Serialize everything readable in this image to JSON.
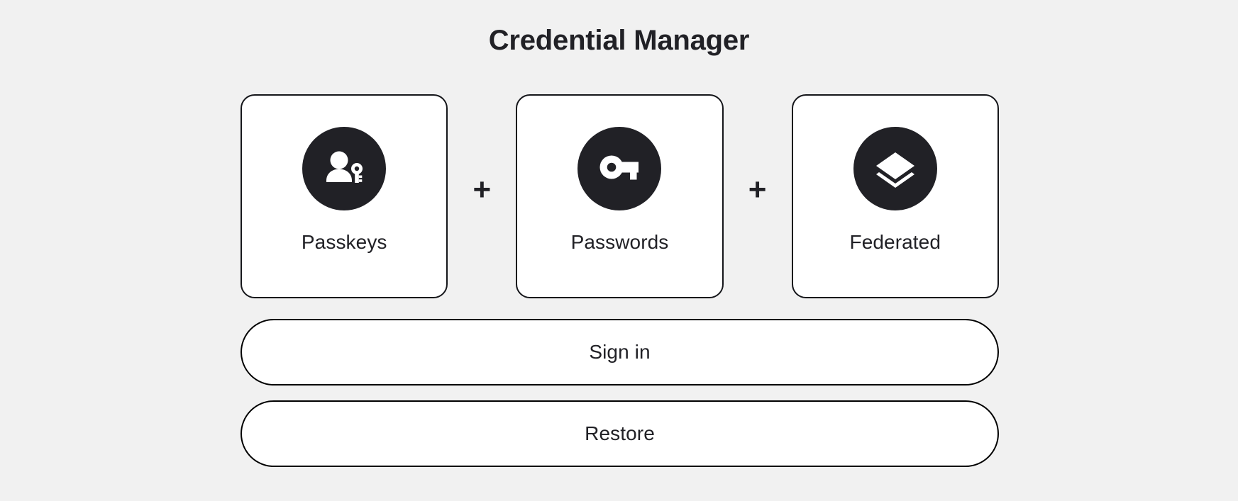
{
  "page": {
    "title": "Credential Manager",
    "background_color": "#f1f1f1",
    "ink_color": "#212126",
    "accent_color": "#ffffff"
  },
  "credential_types": [
    {
      "label": "Passkeys",
      "icon": "person-key-icon",
      "icon_bg": "#212126",
      "icon_fg": "#ffffff"
    },
    {
      "label": "Passwords",
      "icon": "key-icon",
      "icon_bg": "#212126",
      "icon_fg": "#ffffff"
    },
    {
      "label": "Federated",
      "icon": "layers-icon",
      "icon_bg": "#212126",
      "icon_fg": "#ffffff"
    }
  ],
  "separators": [
    {
      "symbol": "+"
    },
    {
      "symbol": "+"
    }
  ],
  "actions": [
    {
      "label": "Sign in"
    },
    {
      "label": "Restore"
    }
  ]
}
